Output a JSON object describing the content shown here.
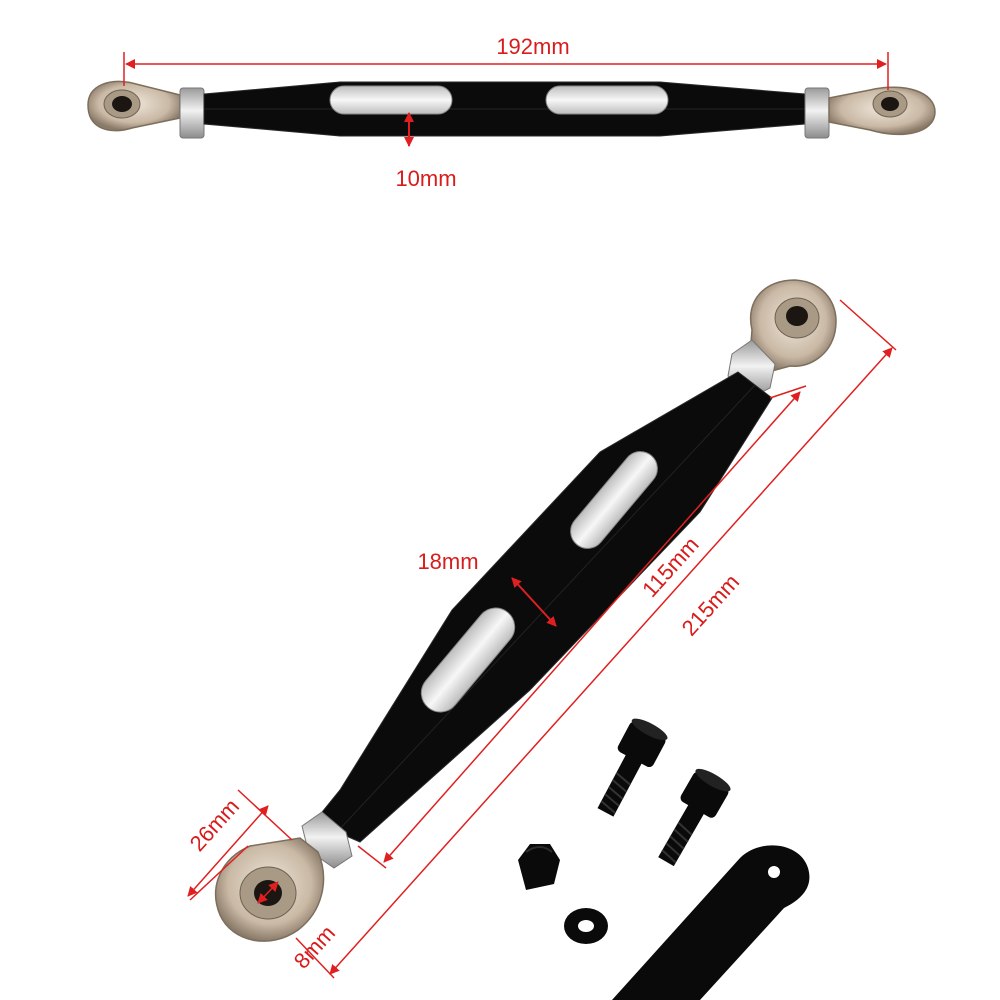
{
  "colors": {
    "dimension": "#e02020",
    "dimension_text": "#d81c1c",
    "rod": "#0b0b0b",
    "rod_edge": "#2a2a2a",
    "slot": "#d8d8d8",
    "slot_inner": "#f4f4f4",
    "rod_end": "#c9b9a5",
    "rod_end_dark": "#8a7a68",
    "nut": "#e4e4e4",
    "hardware": "#0a0a0a"
  },
  "dimensions": {
    "overall_length_top": "192mm",
    "rod_height_top": "10mm",
    "rod_width_main": "18mm",
    "center_length": "115mm",
    "overall_length_main": "215mm",
    "rod_end_diameter": "26mm",
    "bore_diameter": "8mm"
  },
  "icons": {
    "rod_end": "rod-end-bearing-icon",
    "bolt": "hex-socket-bolt-icon",
    "nut": "acorn-nut-icon",
    "washer": "washer-icon",
    "bracket": "mounting-bracket-icon"
  }
}
